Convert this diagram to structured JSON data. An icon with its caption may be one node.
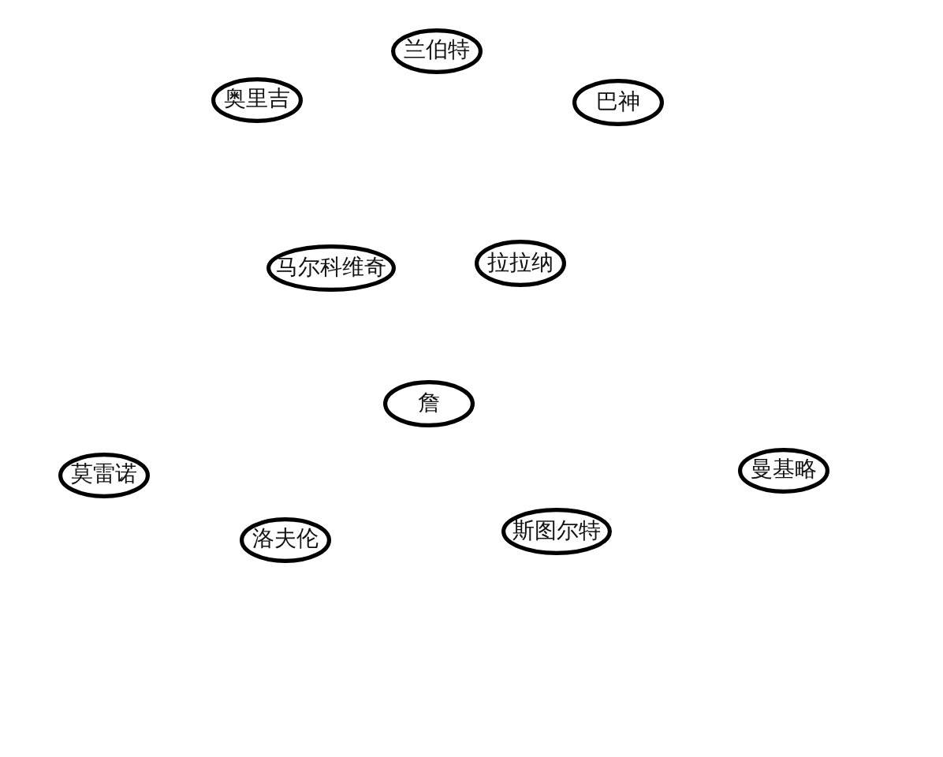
{
  "diagram": {
    "nodes": [
      {
        "text": [
          "兰伯特"
        ]
      },
      {
        "text": [
          "奥里吉"
        ]
      },
      {
        "text": [
          "巴神"
        ]
      },
      {
        "text": [
          "马尔科维奇"
        ]
      },
      {
        "text": [
          "拉拉纳"
        ]
      },
      {
        "text": [
          "詹"
        ]
      },
      {
        "text": [
          "莫雷诺"
        ]
      },
      {
        "text": [
          "曼基略"
        ]
      },
      {
        "text": [
          "洛夫伦"
        ]
      },
      {
        "text": [
          "斯图尔特"
        ]
      }
    ]
  }
}
